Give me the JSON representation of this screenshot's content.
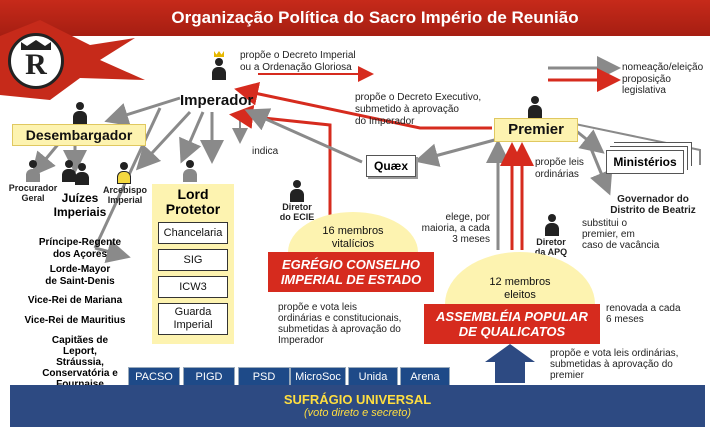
{
  "title": "Organização Política do Sacro Império de Reunião",
  "logo": {
    "letter": "R"
  },
  "legend": {
    "appointment": "nomeação/eleição",
    "proposal": "proposição legislativa"
  },
  "colors": {
    "red": "#d62b1e",
    "grey_arrow": "#8a8a8a",
    "yellow": "#fdf3b0",
    "navy": "#2d4a82"
  },
  "imperador": {
    "label": "Imperador",
    "note": [
      "propõe o Decreto Imperial",
      "ou a Ordenação Gloriosa"
    ]
  },
  "premier": {
    "label": "Premier",
    "note": [
      "propõe o Decreto Executivo,",
      "submetido à aprovação",
      "do Imperador"
    ],
    "proposes": [
      "propõe leis",
      "ordinárias"
    ]
  },
  "desembargador": "Desembargador",
  "procurador": [
    "Procurador",
    "Geral"
  ],
  "juizes": [
    "Juízes",
    "Imperiais"
  ],
  "arcebispo": [
    "Arcebispo",
    "Imperial"
  ],
  "lord_protetor": {
    "label": [
      "Lord",
      "Protetor"
    ],
    "items": [
      "Chancelaria",
      "SIG",
      "ICW3",
      "Guarda Imperial"
    ]
  },
  "regions": [
    [
      "Príncipe-Regente",
      "dos Açores"
    ],
    [
      "Lorde-Mayor",
      "de Saint-Denis"
    ],
    [
      "Vice-Rei de Mariana"
    ],
    [
      "Vice-Rei de Mauritius"
    ],
    [
      "Capitães de",
      "Leport,",
      "Stráussia,",
      "Conservatória e",
      "Fournaise"
    ]
  ],
  "indica": "indica",
  "diretor_ecie": [
    "Diretor",
    "do ECIE"
  ],
  "quex": "Quæx",
  "ministerios": "Ministérios",
  "governador": [
    "Governador do",
    "Distrito de Beatriz"
  ],
  "egregio": {
    "members": [
      "16 membros",
      "vitalícios"
    ],
    "name": [
      "EGRÉGIO CONSELHO",
      "IMPERIAL DE ESTADO"
    ],
    "note": [
      "propõe e vota leis",
      "ordinárias e constitucionais,",
      "submetidas à aprovação do",
      "Imperador"
    ]
  },
  "elege": [
    "elege, por",
    "maioria, a cada",
    "3 meses"
  ],
  "diretor_apq": [
    "Diretor",
    "da APQ"
  ],
  "substitui": [
    "substitui o",
    "premier, em",
    "caso de vacância"
  ],
  "assembleia": {
    "members": [
      "12 membros",
      "eleitos"
    ],
    "name": [
      "ASSEMBLÉIA POPULAR",
      "DE QUALICATOS"
    ],
    "renewal": [
      "renovada a cada",
      "6 meses"
    ],
    "note": [
      "propõe e vota leis ordinárias,",
      "submetidas à aprovação do",
      "premier"
    ]
  },
  "parties": [
    "PACSO",
    "PIGD",
    "PSD",
    "MicroSoc",
    "Unida",
    "Arena"
  ],
  "suffrage": {
    "title": "SUFRÁGIO UNIVERSAL",
    "subtitle": "(voto direto e secreto)"
  }
}
